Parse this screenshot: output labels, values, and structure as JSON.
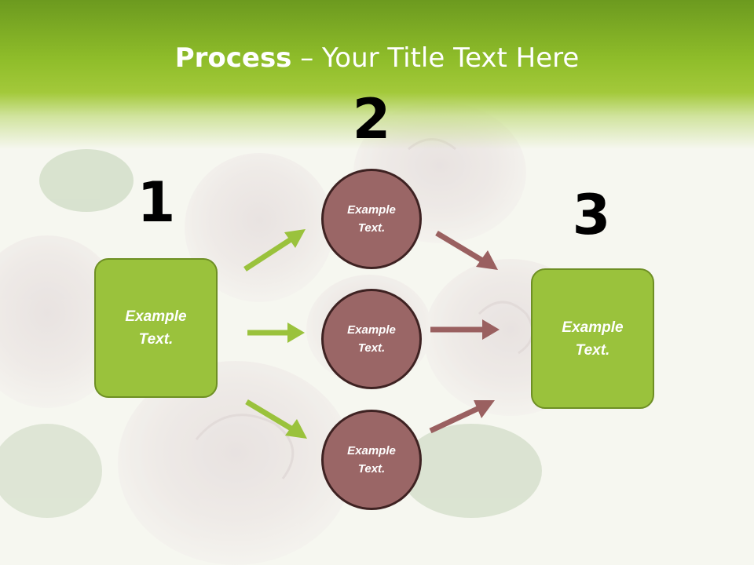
{
  "title": {
    "bold": "Process",
    "rest": " – Your Title Text Here"
  },
  "steps": {
    "one": "1",
    "two": "2",
    "three": "3"
  },
  "left_box": {
    "text": "Example\nText."
  },
  "circles": [
    {
      "text": "Example\nText."
    },
    {
      "text": "Example\nText."
    },
    {
      "text": "Example\nText."
    }
  ],
  "right_box": {
    "text": "Example\nText."
  },
  "colors": {
    "header_green": "#8fbd2a",
    "box_green": "#9ac23c",
    "circle_mauve": "#9a6666",
    "arrow_green": "#9ac23c",
    "arrow_mauve": "#9a6060"
  }
}
